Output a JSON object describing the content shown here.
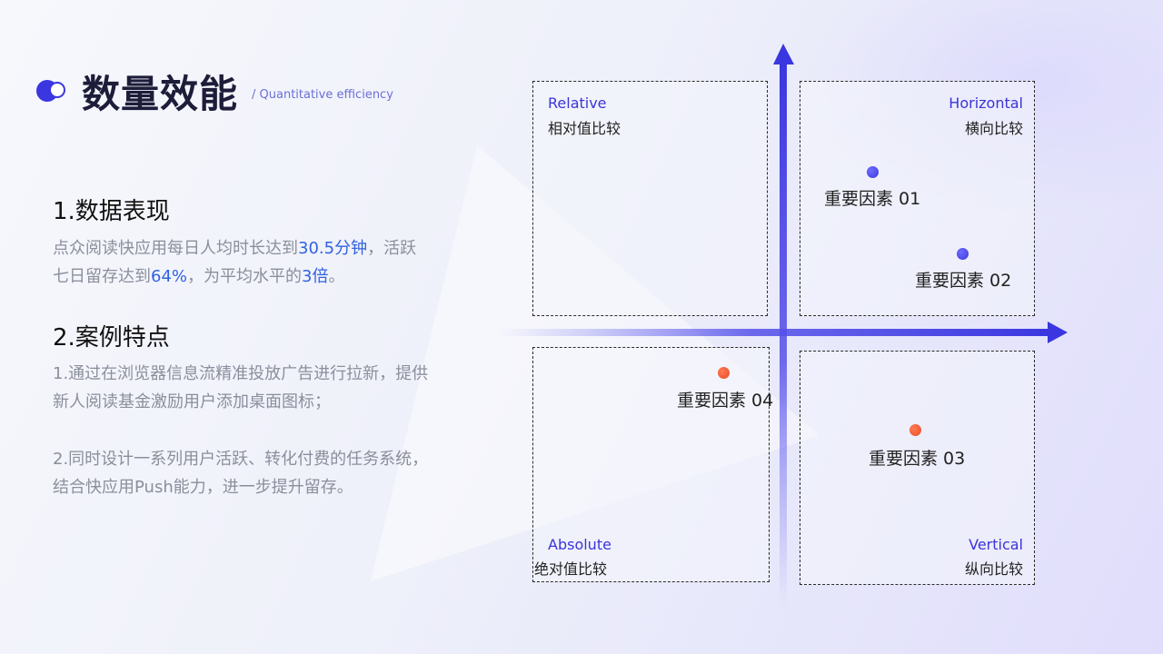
{
  "header": {
    "title": "数量效能",
    "subtitle": "/ Quantitative efficiency"
  },
  "section1": {
    "heading": "1.数据表现",
    "line1_a": "点众阅读快应用每日人均时长达到",
    "line1_hl": "30.5分钟",
    "line1_b": "，活跃",
    "line2_a": "七日留存达到",
    "line2_hl1": "64%",
    "line2_b": "，为平均水平的",
    "line2_hl2": "3倍",
    "line2_c": "。"
  },
  "section2": {
    "heading": "2.案例特点",
    "item1_line1": "1.通过在浏览器信息流精准投放广告进行拉新，提供",
    "item1_line2": "新人阅读基金激励用户添加桌面图标；",
    "item2_line1": "2.同时设计一系列用户活跃、转化付费的任务系统，",
    "item2_line2": "结合快应用Push能力，进一步提升留存。"
  },
  "quadrants": {
    "top_left": {
      "en": "Relative",
      "zh": "相对值比较"
    },
    "top_right": {
      "en": "Horizontal",
      "zh": "横向比较"
    },
    "bottom_left": {
      "en": "Absolute",
      "zh": "绝对值比较"
    },
    "bottom_right": {
      "en": "Vertical",
      "zh": "纵向比较"
    }
  },
  "factors": [
    {
      "label": "重要因素 01",
      "color": "#4a47e8"
    },
    {
      "label": "重要因素 02",
      "color": "#4a47e8"
    },
    {
      "label": "重要因素 03",
      "color": "#ee5430"
    },
    {
      "label": "重要因素 04",
      "color": "#ee5430"
    }
  ],
  "colors": {
    "accent_blue": "#3a36e0",
    "highlight_blue": "#2f62e0",
    "marker_red": "#ee5430",
    "body_gray": "#8a8f9c"
  }
}
